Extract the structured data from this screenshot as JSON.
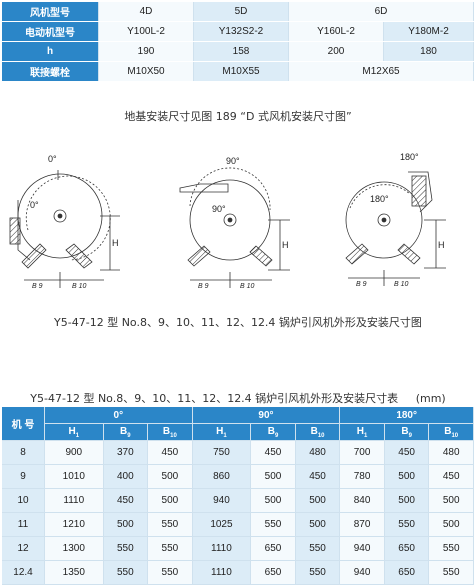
{
  "top_table": {
    "rows": [
      {
        "label": "风机型号",
        "cells": [
          "4D",
          "5D",
          "6D"
        ]
      },
      {
        "label": "电动机型号",
        "cells": [
          "Y100L-2",
          "Y132S2-2",
          "Y160L-2",
          "Y180M-2"
        ]
      },
      {
        "label": "h",
        "cells": [
          "190",
          "158",
          "200",
          "180"
        ]
      },
      {
        "label": "联接螺栓",
        "cells": [
          "M10X50",
          "M10X55",
          "M12X65"
        ]
      }
    ]
  },
  "note": "地基安装尺寸见图 189 “D 式风机安装尺寸图”",
  "diagrams": [
    {
      "angle_outer": "0°",
      "angle_inner": "0°",
      "h_label": "H",
      "b9": "B 9",
      "b10": "B 10"
    },
    {
      "angle_outer": "90°",
      "angle_inner": "90°",
      "h_label": "H",
      "b9": "B 9",
      "b10": "B 10"
    },
    {
      "angle_outer": "180°",
      "angle_inner": "180°",
      "h_label": "H",
      "b9": "B 9",
      "b10": "B 10"
    }
  ],
  "figure_caption": "Y5-47-12 型 No.8、9、10、11、12、12.4 锅炉引风机外形及安装尺寸图",
  "table_title": "Y5-47-12 型 No.8、9、10、11、12、12.4 锅炉引风机外形及安装尺寸表",
  "table_unit": "(mm)",
  "bottom_table": {
    "corner": "机 号",
    "groups": [
      "0°",
      "90°",
      "180°"
    ],
    "subheaders": [
      "H",
      "1",
      "B",
      "9",
      "B",
      "10"
    ],
    "rows": [
      {
        "no": "8",
        "v": [
          "900",
          "370",
          "450",
          "750",
          "450",
          "480",
          "700",
          "450",
          "480"
        ]
      },
      {
        "no": "9",
        "v": [
          "1010",
          "400",
          "500",
          "860",
          "500",
          "450",
          "780",
          "500",
          "450"
        ]
      },
      {
        "no": "10",
        "v": [
          "1110",
          "450",
          "500",
          "940",
          "500",
          "500",
          "840",
          "500",
          "500"
        ]
      },
      {
        "no": "11",
        "v": [
          "1210",
          "500",
          "550",
          "1025",
          "550",
          "500",
          "870",
          "550",
          "500"
        ]
      },
      {
        "no": "12",
        "v": [
          "1300",
          "550",
          "550",
          "1110",
          "650",
          "550",
          "940",
          "650",
          "550"
        ]
      },
      {
        "no": "12.4",
        "v": [
          "1350",
          "550",
          "550",
          "1110",
          "650",
          "550",
          "940",
          "650",
          "550"
        ]
      }
    ]
  }
}
